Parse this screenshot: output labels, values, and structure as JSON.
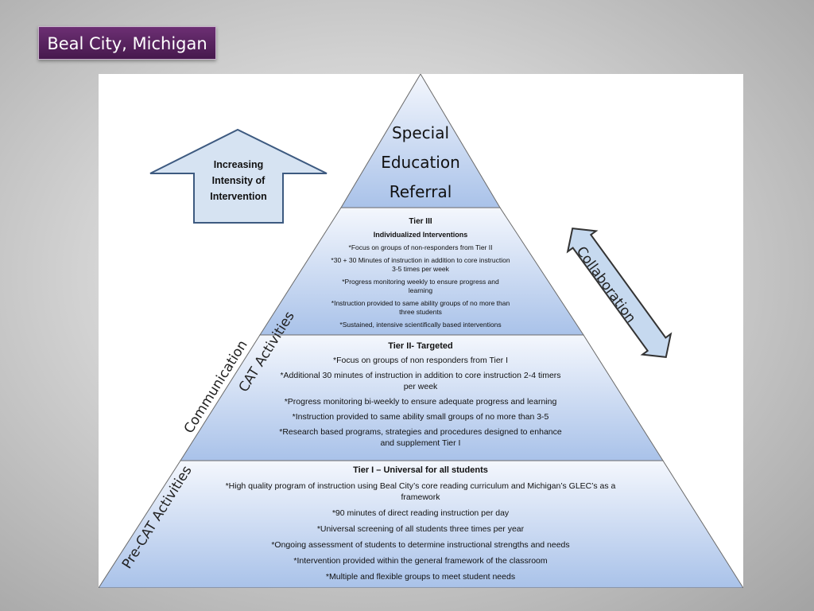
{
  "slide": {
    "title": "Beal City, Michigan"
  },
  "diagram": {
    "intensity_arrow": {
      "lines": [
        "Increasing",
        "Intensity of",
        "Intervention"
      ]
    },
    "apex": {
      "lines": [
        "Special",
        "Education",
        "Referral"
      ]
    },
    "tier3": {
      "heading": "Tier III",
      "subheading": "Individualized Interventions",
      "items": [
        "*Focus on groups of  non-responders from Tier II",
        "*30 + 30 Minutes of instruction in addition to core instruction 3-5 times per week",
        "*Progress monitoring weekly to ensure progress and learning",
        "*Instruction provided to same ability groups of no more than three students",
        "*Sustained, intensive scientifically based interventions"
      ]
    },
    "tier2": {
      "heading": "Tier II- Targeted",
      "items": [
        "*Focus on groups of non responders from Tier I",
        "*Additional 30 minutes of instruction in addition to core instruction 2-4 timers per week",
        "*Progress monitoring bi-weekly to ensure adequate progress and learning",
        "*Instruction provided to same ability small groups of no more than 3-5",
        "*Research based programs, strategies and procedures designed to enhance and supplement Tier I"
      ]
    },
    "tier1": {
      "heading": "Tier I – Universal for all students",
      "items": [
        "*High quality program of instruction using Beal City’s core reading curriculum and Michigan’s GLEC’s as a framework",
        "*90 minutes of direct reading instruction per day",
        "*Universal screening of all students three times per year",
        "*Ongoing assessment of students to determine instructional strengths and needs",
        "*Intervention provided within the general framework of the classroom",
        "*Multiple and flexible groups to meet student needs"
      ]
    },
    "side_labels": {
      "communication": "Communication",
      "cat": "CAT Activities",
      "precat": "Pre-CAT Activities",
      "collaboration": "Collaboration"
    },
    "colors": {
      "tier_top": "#f4f7fd",
      "tier_bottom": "#a9c2e9",
      "outline": "#555555",
      "arrow_fill": "#d6e3f2",
      "arrow_stroke": "#3d5a80",
      "collab_fill": "#c6d9ef"
    }
  }
}
